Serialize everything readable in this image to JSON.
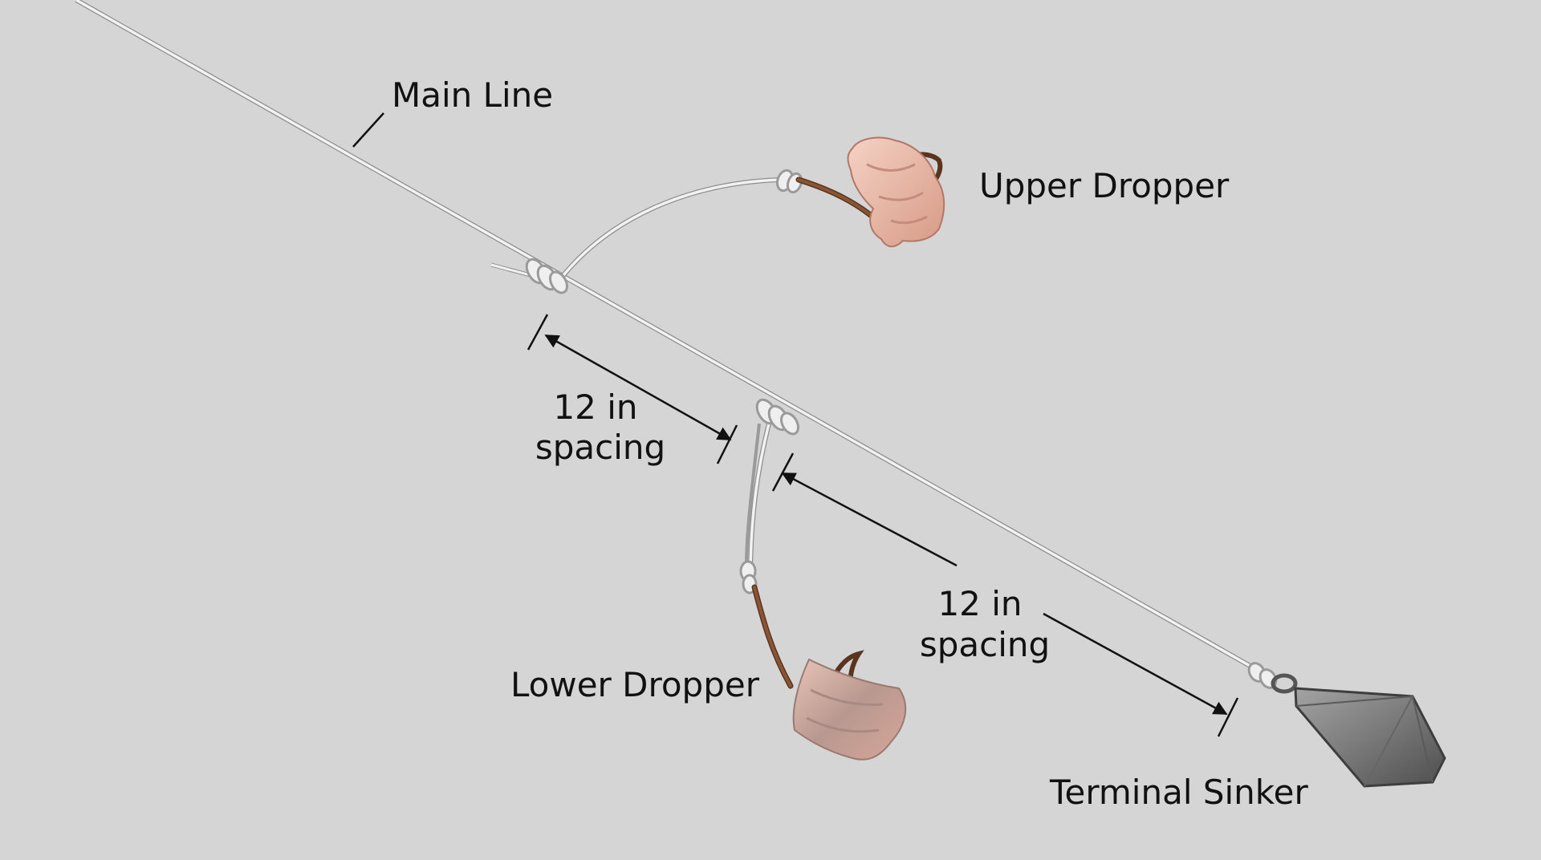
{
  "labels": {
    "main_line": "Main Line",
    "upper_dropper": "Upper Dropper",
    "lower_dropper": "Lower Dropper",
    "terminal_sinker": "Terminal Sinker"
  },
  "spacing": [
    {
      "line1": "12 in",
      "line2": "spacing"
    },
    {
      "line1": "12 in",
      "line2": "spacing"
    }
  ],
  "colors": {
    "background": "#d5d5d5",
    "line": "#f2f2f2",
    "line_shadow": "#9a9a9a",
    "hook": "#7a4a2e",
    "bait": "#e8b8a6",
    "sinker": "#7c7c7c",
    "text": "#111111"
  }
}
